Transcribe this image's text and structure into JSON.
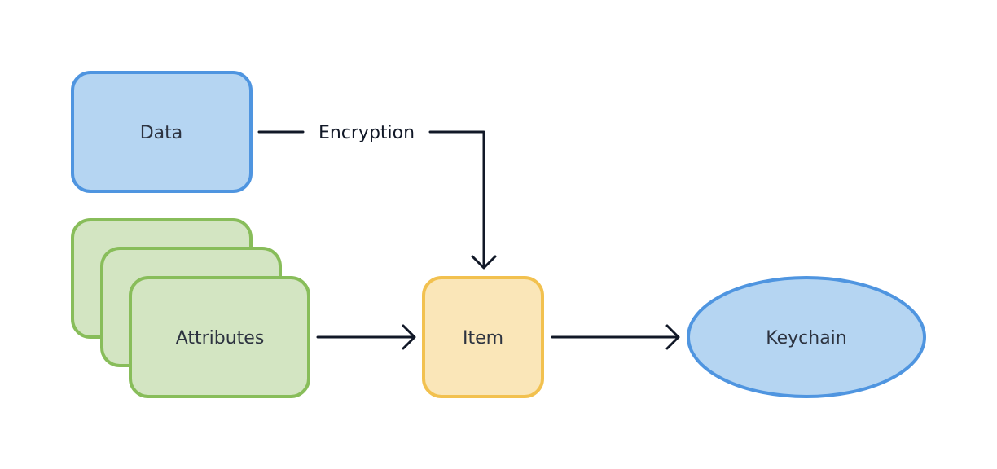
{
  "nodes": {
    "data": {
      "label": "Data"
    },
    "attributes": {
      "label": "Attributes"
    },
    "item": {
      "label": "Item"
    },
    "keychain": {
      "label": "Keychain"
    }
  },
  "edges": {
    "encryption": {
      "label": "Encryption"
    }
  },
  "colors": {
    "blue_fill": "#b5d5f2",
    "blue_stroke": "#4f95e0",
    "green_fill": "#d3e5c2",
    "green_stroke": "#88bd5a",
    "yellow_fill": "#fae6b8",
    "yellow_stroke": "#f2c14f",
    "line": "#111827",
    "text": "#2d3340"
  }
}
